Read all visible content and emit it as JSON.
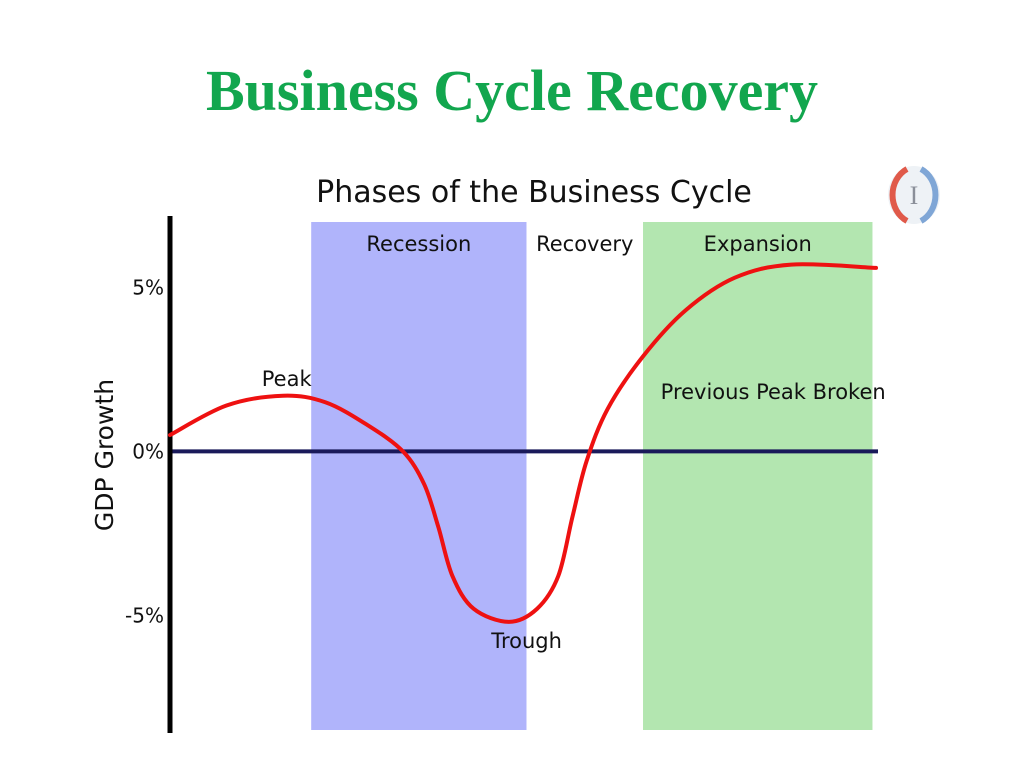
{
  "slide": {
    "title": "Business Cycle Recovery"
  },
  "chart_data": {
    "type": "line",
    "title": "Phases of the Business Cycle",
    "xlabel": "",
    "ylabel": "GDP Growth",
    "ylim": [
      -8.5,
      7
    ],
    "yticks": [
      {
        "value": 5,
        "label": "5%"
      },
      {
        "value": 0,
        "label": "0%"
      },
      {
        "value": -5,
        "label": "-5%"
      }
    ],
    "xlim": [
      0,
      100
    ],
    "phases": [
      {
        "name": "Recession",
        "x_start": 20,
        "x_end": 50.5,
        "color": "#b0b4fb"
      },
      {
        "name": "Recovery",
        "x_start": 50.5,
        "x_end": 67,
        "color": "#ffffff"
      },
      {
        "name": "Expansion",
        "x_start": 67,
        "x_end": 99.5,
        "color": "#b3e6b0"
      }
    ],
    "series": [
      {
        "color": "#ee1111",
        "points": [
          {
            "x": 0,
            "y": 0.5
          },
          {
            "x": 8,
            "y": 1.4
          },
          {
            "x": 16,
            "y": 1.7
          },
          {
            "x": 22,
            "y": 1.5
          },
          {
            "x": 28,
            "y": 0.8
          },
          {
            "x": 33,
            "y": 0
          },
          {
            "x": 36,
            "y": -1.0
          },
          {
            "x": 38,
            "y": -2.3
          },
          {
            "x": 40,
            "y": -3.8
          },
          {
            "x": 43,
            "y": -4.8
          },
          {
            "x": 48,
            "y": -5.2
          },
          {
            "x": 52,
            "y": -4.8
          },
          {
            "x": 55,
            "y": -3.8
          },
          {
            "x": 57,
            "y": -2.0
          },
          {
            "x": 59,
            "y": -0.3
          },
          {
            "x": 62,
            "y": 1.3
          },
          {
            "x": 67,
            "y": 2.9
          },
          {
            "x": 73,
            "y": 4.3
          },
          {
            "x": 80,
            "y": 5.3
          },
          {
            "x": 88,
            "y": 5.7
          },
          {
            "x": 100,
            "y": 5.6
          }
        ]
      }
    ],
    "annotations": [
      {
        "text": "Peak",
        "x": 13,
        "y": 2.0
      },
      {
        "text": "Trough",
        "x": 45.5,
        "y": -6.0
      },
      {
        "text": "Previous Peak Broken",
        "x": 69.5,
        "y": 1.6
      }
    ],
    "zero_line": true,
    "colors": {
      "axis": "#000000",
      "zero_line": "#1a1a5a",
      "title_green": "#12a64e"
    }
  },
  "logo": {
    "text": "I"
  }
}
